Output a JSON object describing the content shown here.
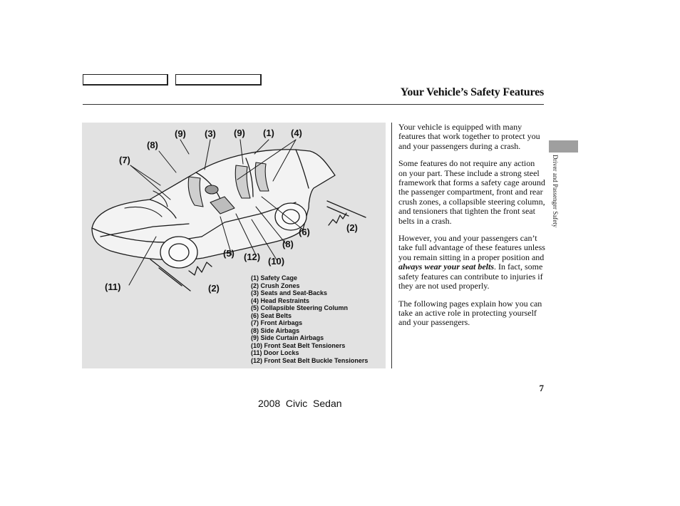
{
  "header": {
    "nav_tabs": [
      "",
      ""
    ],
    "title": "Your Vehicle’s Safety Features"
  },
  "figure": {
    "callouts": {
      "c9a": "(9)",
      "c3": "(3)",
      "c9b": "(9)",
      "c1": "(1)",
      "c4": "(4)",
      "c8a": "(8)",
      "c7": "(7)",
      "c2a": "(2)",
      "c6": "(6)",
      "c8b": "(8)",
      "c5": "(5)",
      "c12": "(12)",
      "c10": "(10)",
      "c11": "(11)",
      "c2b": "(2)"
    },
    "legend": [
      "(1) Safety Cage",
      "(2) Crush Zones",
      "(3) Seats and Seat-Backs",
      "(4) Head Restraints",
      "(5) Collapsible Steering Column",
      "(6) Seat Belts",
      "(7) Front Airbags",
      "(8) Side Airbags",
      "(9) Side Curtain Airbags",
      "(10) Front Seat Belt Tensioners",
      "(11) Door Locks",
      "(12) Front Seat Belt Buckle Tensioners"
    ]
  },
  "body": {
    "p1": "Your vehicle is equipped with many features that work together to protect you and your passengers during a crash.",
    "p2": "Some features do not require any action on your part. These include a strong steel framework that forms a safety cage around the passenger compartment, front and rear crush zones, a collapsible steering column, and tensioners that tighten the front seat belts in a crash.",
    "p3_before": "However, you and your passengers can’t take full advantage of these features unless you remain sitting in a proper position and ",
    "p3_emphasis": "always wear your seat belts",
    "p3_after": ". In fact, some safety features can contribute to injuries if they are not used properly.",
    "p4": "The following pages explain how you can take an active role in protecting yourself and your passengers."
  },
  "side_tab": {
    "label": "Driver and Passenger Safety"
  },
  "footer": {
    "page_number": "7",
    "model": "2008  Civic  Sedan"
  },
  "colors": {
    "panel_background": "#e2e2e2",
    "side_tab": "#9f9f9f",
    "text": "#111111"
  }
}
